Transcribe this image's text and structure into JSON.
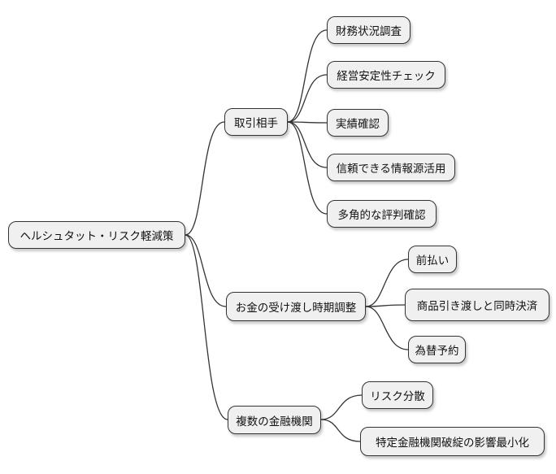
{
  "diagram": {
    "type": "mindmap",
    "root": {
      "label": "ヘルシュタット・リスク軽減策",
      "children": [
        {
          "label": "取引相手",
          "children": [
            {
              "label": "財務状況調査"
            },
            {
              "label": "経営安定性チェック"
            },
            {
              "label": "実績確認"
            },
            {
              "label": "信頼できる情報源活用"
            },
            {
              "label": "多角的な評判確認"
            }
          ]
        },
        {
          "label": "お金の受け渡し時期調整",
          "children": [
            {
              "label": "前払い"
            },
            {
              "label": "商品引き渡しと同時決済"
            },
            {
              "label": "為替予約"
            }
          ]
        },
        {
          "label": "複数の金融機関",
          "children": [
            {
              "label": "リスク分散"
            },
            {
              "label": "特定金融機関破綻の影響最小化"
            }
          ]
        }
      ]
    },
    "colors": {
      "background": "#ffffff",
      "node_fill": "#f0f0f0",
      "node_border": "#333333",
      "edge": "#333333",
      "text": "#111111"
    }
  }
}
